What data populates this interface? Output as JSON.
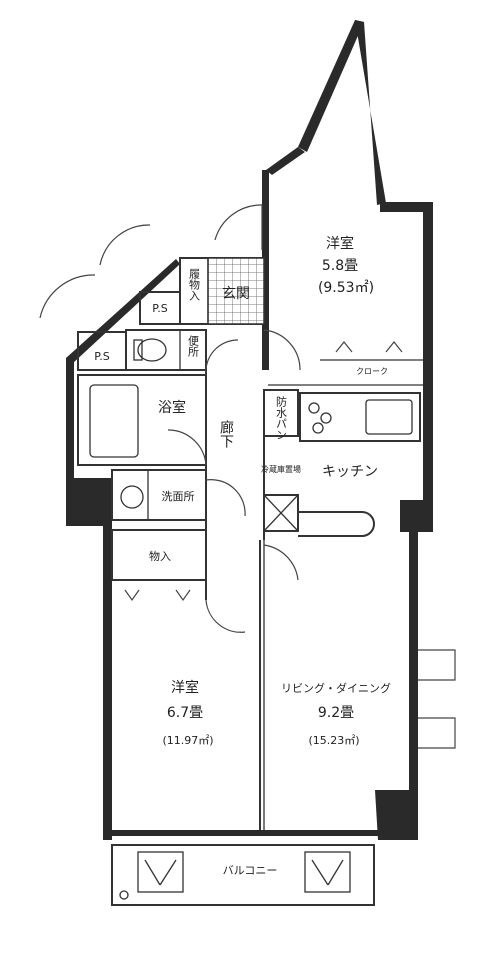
{
  "rooms": {
    "western_top": {
      "name": "洋室",
      "size": "5.8畳",
      "area": "(9.53㎡)"
    },
    "entrance": {
      "name": "玄関"
    },
    "shoe_storage": {
      "name": "履物入"
    },
    "ps_upper": {
      "name": "P.S"
    },
    "ps_lower": {
      "name": "P.S"
    },
    "toilet": {
      "name": "便所"
    },
    "closet": {
      "name": "クローク"
    },
    "bath": {
      "name": "浴室"
    },
    "hallway": {
      "name": "廊下"
    },
    "waterproof_pan": {
      "name": "防水パン"
    },
    "kitchen": {
      "name": "キッチン"
    },
    "fridge_space": {
      "name": "冷蔵庫置場"
    },
    "washroom": {
      "name": "洗面所"
    },
    "storage": {
      "name": "物入"
    },
    "western_bottom": {
      "name": "洋室",
      "size": "6.7畳",
      "area": "(11.97㎡)"
    },
    "living": {
      "name": "リビング・ダイニング",
      "size": "9.2畳",
      "area": "(15.23㎡)"
    },
    "balcony": {
      "name": "バルコニー"
    }
  }
}
